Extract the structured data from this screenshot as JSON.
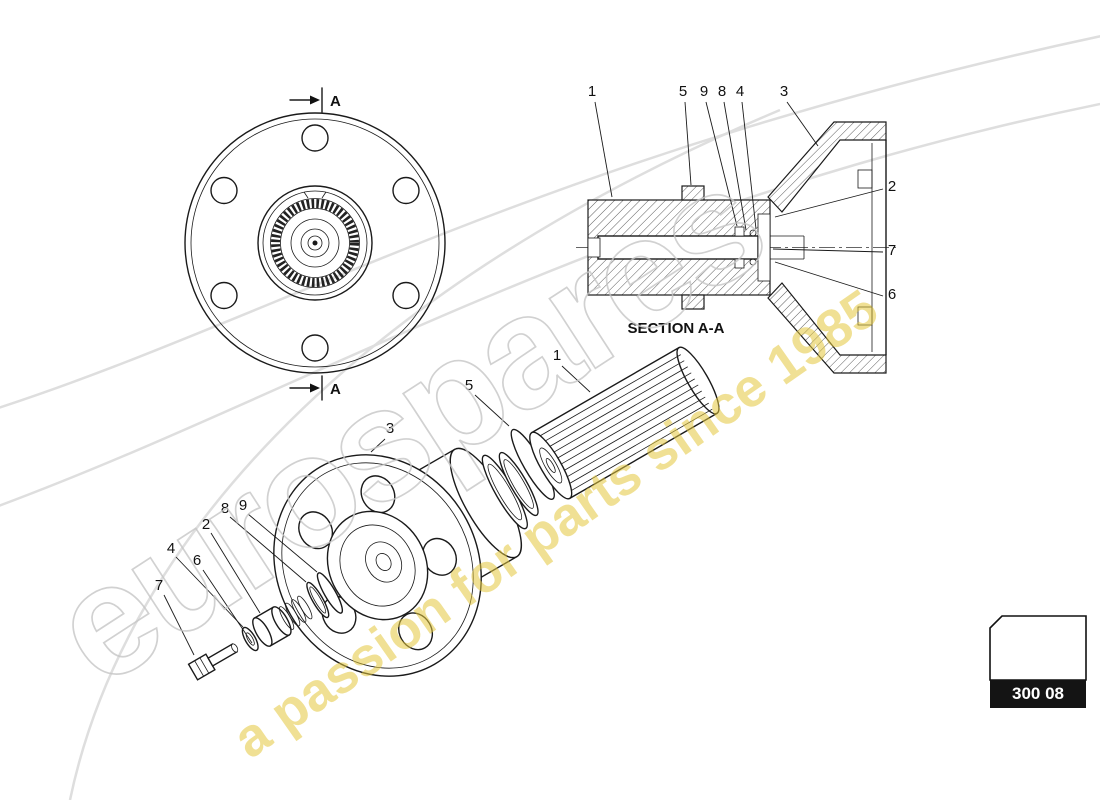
{
  "colors": {
    "line": "#1a1a1a",
    "watermark_gray": "#c6c6c6",
    "watermark_yellow": "#e4c83e",
    "code_box_bg": "#141414"
  },
  "watermark": {
    "brand": "eurospares",
    "tagline": "a passion for parts since 1985"
  },
  "front_view": {
    "cut_label": "A"
  },
  "section_view": {
    "caption": "SECTION A-A",
    "callouts": [
      "1",
      "5",
      "9",
      "8",
      "4",
      "3",
      "2",
      "7",
      "6"
    ]
  },
  "exploded_view": {
    "callouts": [
      "1",
      "5",
      "3",
      "9",
      "8",
      "2",
      "6",
      "4",
      "7"
    ]
  },
  "part_code": {
    "value": "300 08"
  }
}
